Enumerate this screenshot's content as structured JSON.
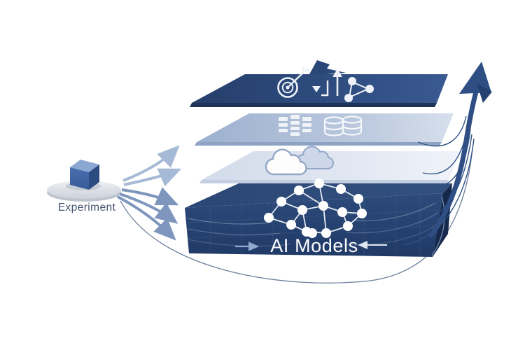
{
  "experiment": {
    "label": "Experiment",
    "icon": "cube-icon",
    "platform_icon": "disc-platform",
    "outgoing_arrow_count": 5
  },
  "box": {
    "label": "AI Models",
    "icon": "neural-network-icon"
  },
  "layers": [
    {
      "position": "top",
      "icons": [
        "target-arrow-icon",
        "sort-arrows-icon",
        "share-network-icon"
      ],
      "color": "#2E4C7F"
    },
    {
      "position": "middle",
      "icons": [
        "data-table-icon",
        "database-cylinders-icon"
      ],
      "color": "#B4C3DB"
    },
    {
      "position": "bottom",
      "icons": [
        "cloud-icon",
        "cloud-icon"
      ],
      "color": "#DFE5F1"
    }
  ],
  "growth_arrow": {
    "direction": "up-right",
    "color": "#2E4E84",
    "converging_line_count": 5
  },
  "colors": {
    "background": "#FFFFFF",
    "dark_blue": "#2E4C7F",
    "navy_box": "#24406E",
    "light_arrow": "#A6B9D6",
    "mid_arrow": "#7E96BD",
    "label_text": "#44526D",
    "box_label_text": "#FBFCFE"
  }
}
